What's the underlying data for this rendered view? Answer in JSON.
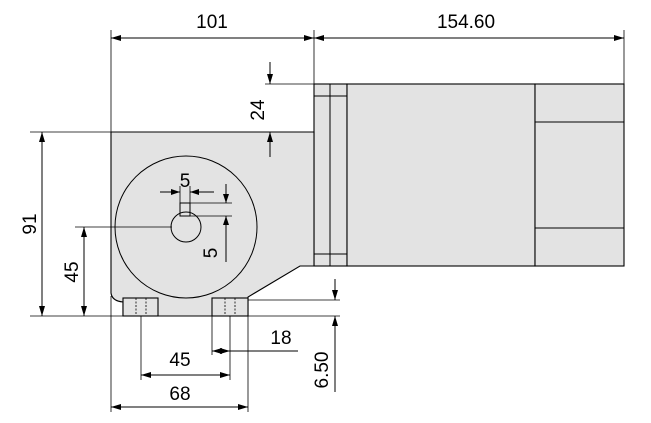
{
  "dimensions": {
    "overall_gearbox_width": "101",
    "motor_length": "154.60",
    "motor_top_offset": "24",
    "overall_height": "91",
    "shaft_center_height": "45",
    "keyway_width": "5",
    "keyway_depth": "5",
    "mounting_hole_spacing": "45",
    "foot_edge_to_hole": "18",
    "foot_thickness": "6.50",
    "foot_overall_width": "68"
  }
}
